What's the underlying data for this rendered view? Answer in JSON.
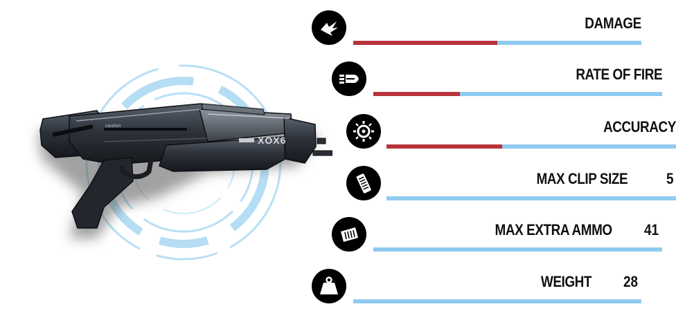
{
  "weapon": {
    "engraved_text": "XOX6",
    "caution_text": "caution"
  },
  "colors": {
    "bar_track": "#8fcbee",
    "bar_fill": "#b8333c",
    "icon_bg": "#000000",
    "ring": "#b9dff5"
  },
  "stats": [
    {
      "label": "DAMAGE",
      "value": "",
      "icon": "damage-icon",
      "fill_fraction": 0.5
    },
    {
      "label": "RATE OF FIRE",
      "value": "",
      "icon": "rate-of-fire-icon",
      "fill_fraction": 0.3
    },
    {
      "label": "ACCURACY",
      "value": "",
      "icon": "accuracy-icon",
      "fill_fraction": 0.4
    },
    {
      "label": "MAX CLIP SIZE",
      "value": "5",
      "icon": "clip-icon",
      "fill_fraction": 0
    },
    {
      "label": "MAX EXTRA AMMO",
      "value": "41",
      "icon": "ammo-icon",
      "fill_fraction": 0
    },
    {
      "label": "WEIGHT",
      "value": "28",
      "icon": "weight-icon",
      "fill_fraction": 0
    }
  ]
}
